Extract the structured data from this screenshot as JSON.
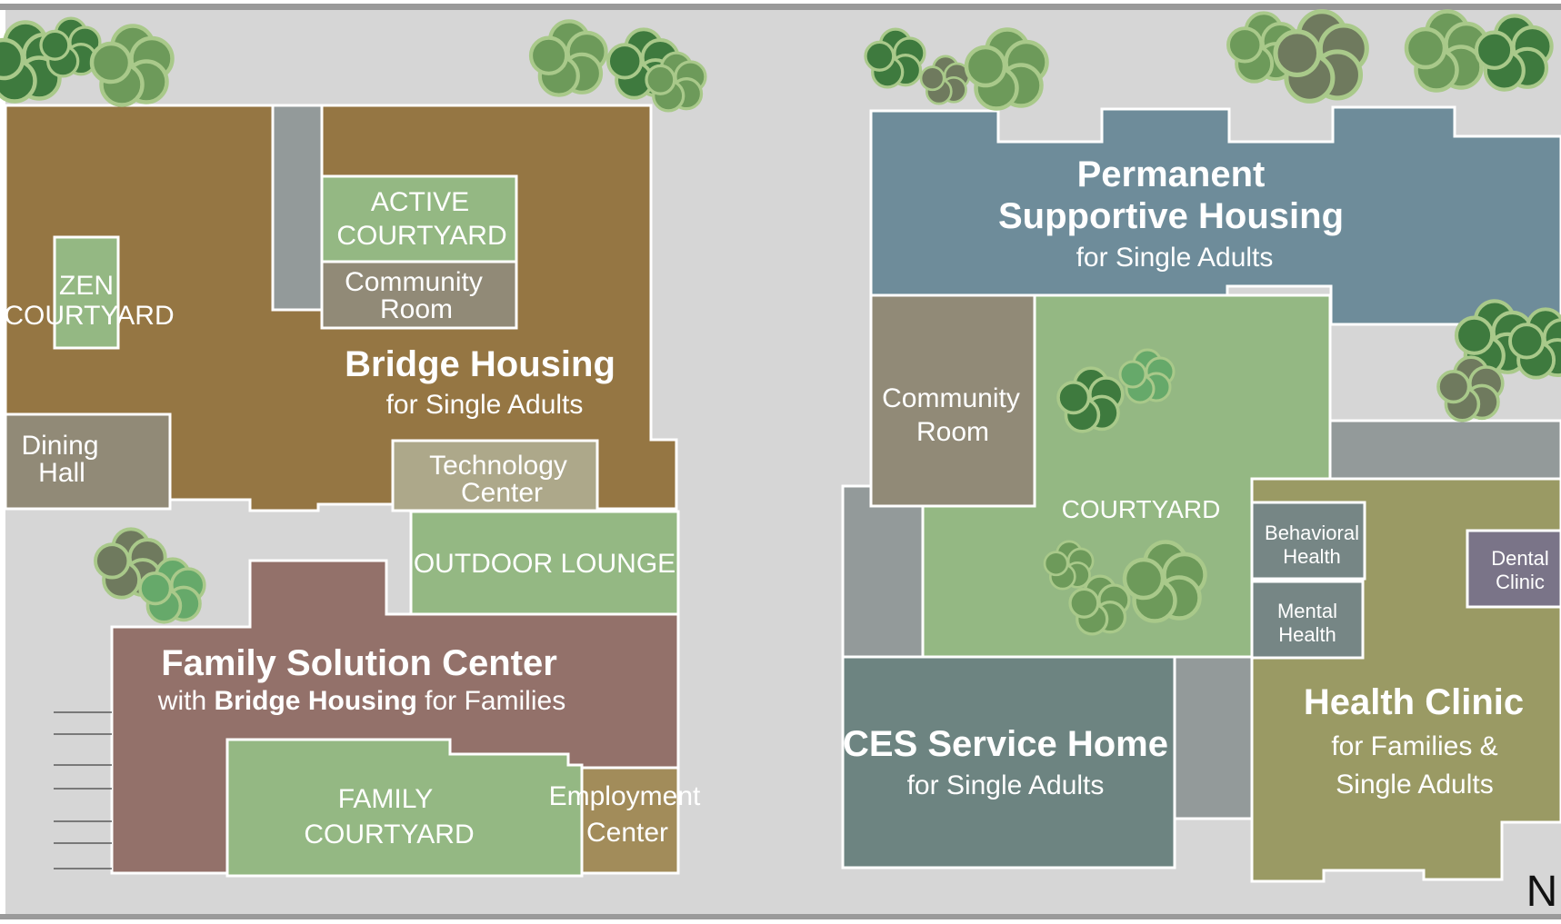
{
  "colors": {
    "ground": "#d6d6d6",
    "bridge_housing": "#957643",
    "family_center": "#93716a",
    "green_area": "#94b883",
    "community_room": "#918a77",
    "tech_center": "#ada88a",
    "employment_center": "#a28c5a",
    "psh": "#6e8c9a",
    "ces": "#6d8481",
    "health_clinic": "#9a9a64",
    "health_rooms": "#768685",
    "dental_clinic": "#7a7488",
    "walkway": "#939a9a",
    "tree_dark": "#3e7a3e",
    "tree_mid": "#6d9a5a",
    "tree_grey": "#6f7a5e"
  },
  "left_site": {
    "bridge_housing": {
      "title": "Bridge Housing",
      "subtitle": "for Single Adults"
    },
    "active_courtyard": {
      "line1": "ACTIVE",
      "line2": "COURTYARD"
    },
    "community_room": {
      "line1": "Community",
      "line2": "Room"
    },
    "zen_courtyard": {
      "line1": "ZEN",
      "line2": "COURTYARD"
    },
    "dining_hall": {
      "line1": "Dining",
      "line2": "Hall"
    },
    "technology_center": {
      "line1": "Technology",
      "line2": "Center"
    },
    "outdoor_lounge": {
      "label": "OUTDOOR LOUNGE"
    },
    "family_solution_center": {
      "title": "Family Solution Center",
      "subtitle_pre": "with ",
      "subtitle_bold": "Bridge Housing",
      "subtitle_post": " for Families"
    },
    "family_courtyard": {
      "line1": "FAMILY",
      "line2": "COURTYARD"
    },
    "employment_center": {
      "line1": "Employment",
      "line2": "Center"
    }
  },
  "right_site": {
    "permanent_supportive_housing": {
      "line1": "Permanent",
      "line2": "Supportive Housing",
      "line3": "for Single Adults"
    },
    "community_room": {
      "line1": "Community",
      "line2": "Room"
    },
    "courtyard": {
      "label": "COURTYARD"
    },
    "behavioral_health": {
      "line1": "Behavioral",
      "line2": "Health"
    },
    "mental_health": {
      "line1": "Mental",
      "line2": "Health"
    },
    "dental_clinic": {
      "line1": "Dental",
      "line2": "Clinic"
    },
    "health_clinic": {
      "title": "Health Clinic",
      "line2": "for Families &",
      "line3": "Single Adults"
    },
    "ces_service_home": {
      "title": "CES Service Home",
      "subtitle": "for Single Adults"
    }
  },
  "north_arrow": {
    "label": "N"
  }
}
